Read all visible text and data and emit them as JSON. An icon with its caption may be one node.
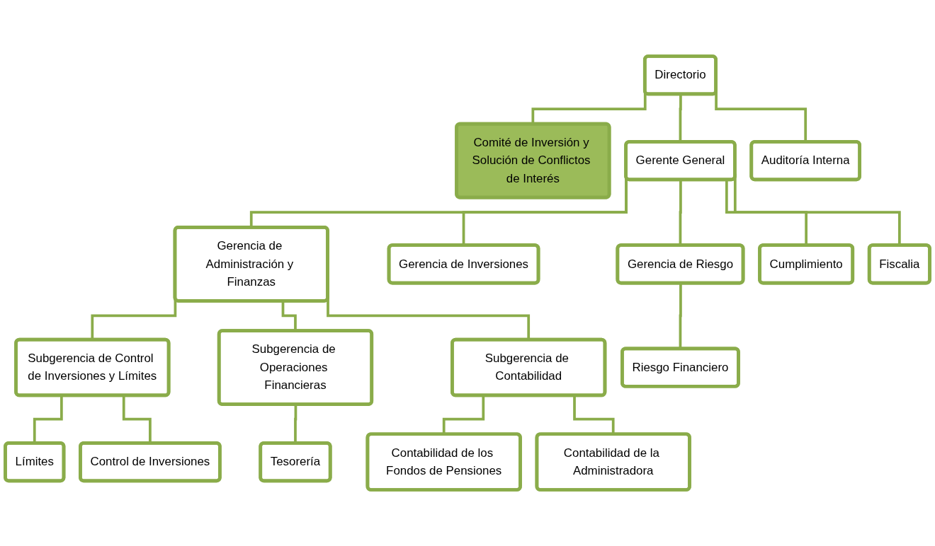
{
  "diagram": {
    "nodes": [
      {
        "text": [
          "Directorio"
        ]
      },
      {
        "text": [
          "Comité de Inversión y Solución de Conflictos de Interés"
        ]
      },
      {
        "text": [
          "Gerente General"
        ]
      },
      {
        "text": [
          "Auditoría Interna"
        ]
      },
      {
        "text": [
          "Gerencia de Riesgo"
        ]
      },
      {
        "text": [
          "Gerencia de Inversiones"
        ]
      },
      {
        "text": [
          "Gerencia de Administración y Finanzas"
        ]
      },
      {
        "text": [
          "Cumplimiento"
        ]
      },
      {
        "text": [
          "Fiscalia"
        ]
      },
      {
        "text": [
          "Subgerencia de Control de Inversiones y Límites"
        ]
      },
      {
        "text": [
          "Subgerencia de Operaciones Financieras"
        ]
      },
      {
        "text": [
          "Subgerencia de Contabilidad"
        ]
      },
      {
        "text": [
          "Riesgo Financiero"
        ]
      },
      {
        "text": [
          "Límites"
        ]
      },
      {
        "text": [
          "Control de Inversiones"
        ]
      },
      {
        "text": [
          "Tesorería"
        ]
      },
      {
        "text": [
          "Contabilidad de los Fondos de Pensiones"
        ]
      },
      {
        "text": [
          "Contabilidad de la Administradora"
        ]
      }
    ],
    "edges": [
      {
        "from": 0,
        "to": 1,
        "arrow": "none"
      },
      {
        "from": 0,
        "to": 2,
        "arrow": "none"
      },
      {
        "from": 0,
        "to": 3,
        "arrow": "none"
      },
      {
        "from": 2,
        "to": 4,
        "arrow": "none"
      },
      {
        "from": 2,
        "to": 5,
        "arrow": "none"
      },
      {
        "from": 2,
        "to": 6,
        "arrow": "none"
      },
      {
        "from": 2,
        "to": 7,
        "arrow": "none"
      },
      {
        "from": 2,
        "to": 8,
        "arrow": "none"
      },
      {
        "from": 6,
        "to": 9,
        "arrow": "none"
      },
      {
        "from": 6,
        "to": 10,
        "arrow": "none"
      },
      {
        "from": 6,
        "to": 11,
        "arrow": "none"
      },
      {
        "from": 4,
        "to": 12,
        "arrow": "none"
      },
      {
        "from": 9,
        "to": 13,
        "arrow": "none"
      },
      {
        "from": 9,
        "to": 14,
        "arrow": "none"
      },
      {
        "from": 10,
        "to": 15,
        "arrow": "none"
      },
      {
        "from": 11,
        "to": 16,
        "arrow": "none"
      },
      {
        "from": 11,
        "to": 17,
        "arrow": "none"
      }
    ]
  }
}
